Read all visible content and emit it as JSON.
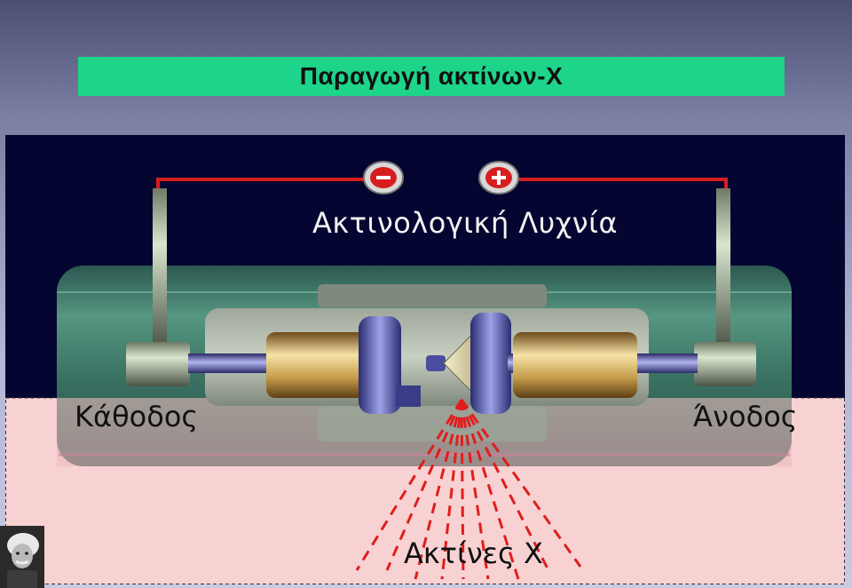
{
  "header": {
    "title": "Παραγωγή ακτίνων-Χ"
  },
  "diagram": {
    "tube_label": "Ακτινολογική Λυχνία",
    "cathode_label": "Κάθοδος",
    "anode_label": "Άνοδος",
    "xray_label": "Ακτίνες Χ",
    "negative_symbol": "minus-icon",
    "positive_symbol": "plus-icon"
  },
  "colors": {
    "title_bar": "#1ed48a",
    "diagram_top": "#040631",
    "diagram_bottom": "#f8d2d2",
    "wire": "#d61e1e",
    "tube_glass": "#4a8c6f",
    "electrode": "#c9a54a",
    "xray": "#e11d1d"
  }
}
